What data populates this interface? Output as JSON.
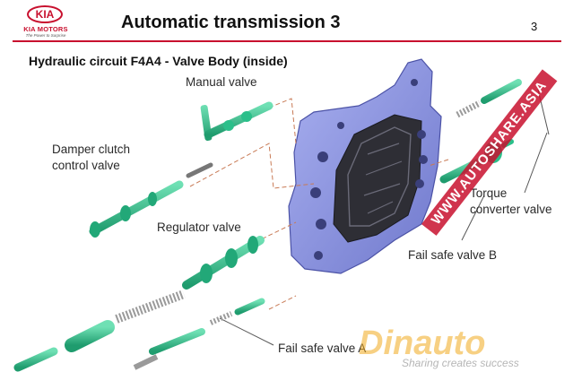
{
  "header": {
    "brand": "KIA",
    "brand_sub": "KIA MOTORS",
    "tagline": "The Power to Surprise",
    "title": "Automatic transmission 3",
    "page_number": "3"
  },
  "subtitle": "Hydraulic circuit F4A4 - Valve Body (inside)",
  "labels": {
    "manual_valve": "Manual valve",
    "damper_clutch_1": "Damper clutch",
    "damper_clutch_2": "control valve",
    "regulator_valve": "Regulator valve",
    "torque_converter_1": "Torque",
    "torque_converter_2": "converter valve",
    "fail_safe_b": "Fail safe valve B",
    "fail_safe_a": "Fail safe valve A"
  },
  "watermark": {
    "site": "WWW.AUTOSHARE.ASIA",
    "logo": "Dinauto",
    "slogan": "Sharing creates success"
  },
  "colors": {
    "accent": "#c8102e",
    "valve_body": "#8b93e0",
    "valve_body_dark": "#2e2e35",
    "valve_part": "#2bbf8a",
    "leader_line": "#c87a55"
  }
}
